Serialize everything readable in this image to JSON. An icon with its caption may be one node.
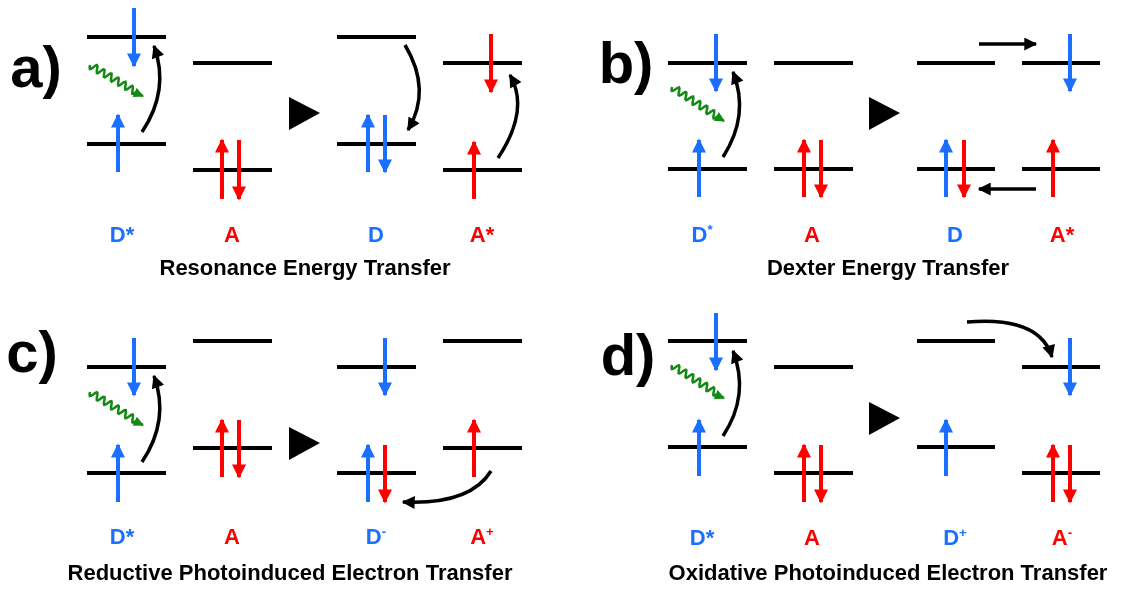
{
  "diagram": {
    "labels": [
      "a)",
      "D*",
      "A",
      "D",
      "A*",
      "Resonance Energy Transfer",
      "b)",
      "D$^{*}$",
      "A",
      "D",
      "A*",
      "Dexter Energy Transfer",
      "c)",
      "D*",
      "A",
      "D$^{-}$",
      "A$^{+}$",
      "Reductive Photoinduced Electron Transfer",
      "d)",
      "D*",
      "A",
      "D$^{+}$",
      "A$^{-}$",
      "Oxidative Photoinduced Electron Transfer"
    ]
  }
}
